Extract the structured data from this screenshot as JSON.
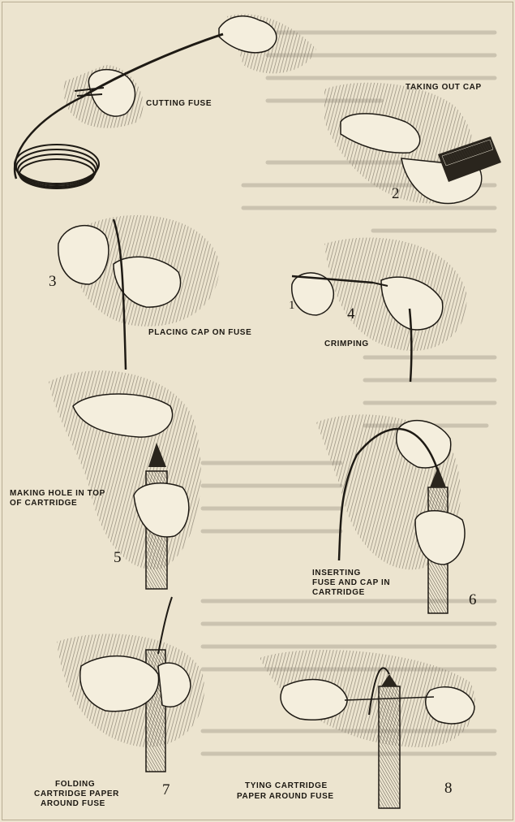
{
  "steps": [
    {
      "caption": "CUTTING FUSE"
    },
    {
      "caption": "TAKING OUT CAP",
      "number": "2"
    },
    {
      "caption": "PLACING CAP ON FUSE",
      "number": "3"
    },
    {
      "caption": "CRIMPING",
      "number": "4",
      "tool_mark": "1"
    },
    {
      "caption_lines": [
        "MAKING HOLE IN TOP",
        "OF CARTRIDGE"
      ],
      "number": "5"
    },
    {
      "caption_lines": [
        "INSERTING",
        "FUSE AND CAP IN",
        "CARTRIDGE"
      ],
      "number": "6"
    },
    {
      "caption_lines": [
        "FOLDING",
        "CARTRIDGE PAPER",
        "AROUND FUSE"
      ],
      "number": "7"
    },
    {
      "caption_lines": [
        "TYING CARTRIDGE",
        "PAPER AROUND FUSE"
      ],
      "number": "8"
    }
  ],
  "colors": {
    "paper": "#ece4cf",
    "ink": "#1e1a14",
    "hatch": "#7a7264"
  }
}
